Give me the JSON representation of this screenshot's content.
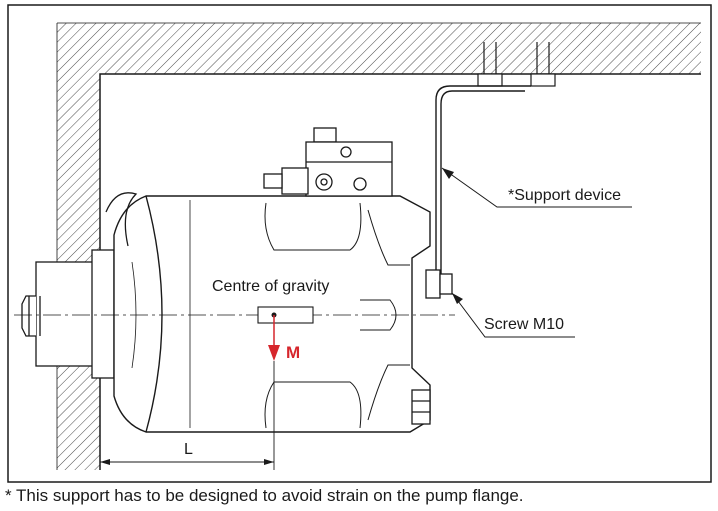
{
  "labels": {
    "support_device": "*Support device",
    "screw": "Screw M10",
    "centre_of_gravity": "Centre of gravity",
    "moment": "M",
    "length": "L"
  },
  "footnote": "* This support has to be designed to avoid strain on the pump flange.",
  "colors": {
    "line": "#1a1a1a",
    "hatch": "#4a4a4a",
    "moment_arrow": "#d6262c",
    "background": "#ffffff"
  }
}
